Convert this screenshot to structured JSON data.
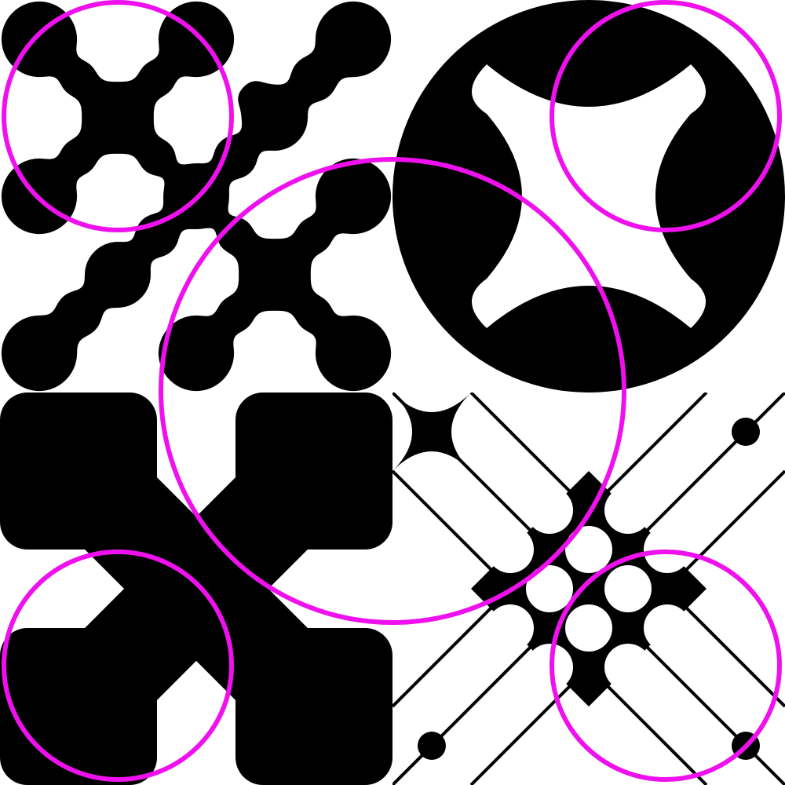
{
  "colors": {
    "background": "#ffffff",
    "shape": "#000000",
    "ring": "#ee11ee"
  },
  "tiles": [
    {
      "id": "top-left",
      "motif": "dot-chain-grid"
    },
    {
      "id": "top-right",
      "motif": "disc-with-four-point-star"
    },
    {
      "id": "bottom-left",
      "motif": "rounded-x-cross"
    },
    {
      "id": "bottom-right",
      "motif": "circle-lattice-with-thin-x"
    }
  ],
  "rings": [
    {
      "id": "ring-top-left"
    },
    {
      "id": "ring-top-right"
    },
    {
      "id": "ring-center"
    },
    {
      "id": "ring-bottom-left"
    },
    {
      "id": "ring-bottom-right"
    }
  ]
}
